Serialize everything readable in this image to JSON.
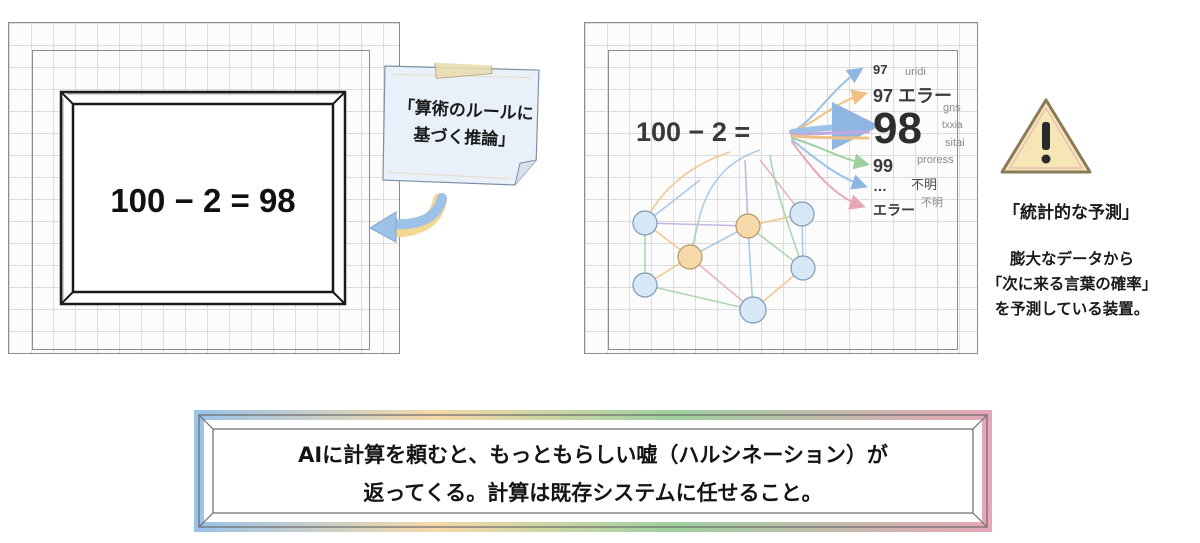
{
  "left": {
    "equation": "100 − 2 = 98",
    "note_line1": "「算術のルールに",
    "note_line2": "基づく推論」"
  },
  "right": {
    "equation": "100 − 2 =",
    "candidates": [
      {
        "text": "97",
        "style": "small"
      },
      {
        "text": "97 エラー",
        "style": "medium"
      },
      {
        "text": "98",
        "style": "large"
      },
      {
        "text": "99",
        "style": "medium"
      },
      {
        "text": "…",
        "style": "small"
      },
      {
        "text": "エラー",
        "style": "small"
      }
    ],
    "noise": [
      "uridi",
      "gns",
      "txxia",
      "sitai",
      "proress",
      "不明",
      "不明"
    ],
    "warning_icon": "warning-triangle-icon",
    "heading": "「統計的な予測」",
    "desc_line1": "膨大なデータから",
    "desc_line2": "「次に来る言葉の確率」",
    "desc_line3": "を予測している装置。"
  },
  "bottom": {
    "line1": "AIに計算を頼むと、もっともらしい嘘（ハルシネーション）が",
    "line2": "返ってくる。計算は既存システムに任せること。"
  },
  "colors": {
    "frame": "#1a1a1a",
    "note_paper": "#e8f0fa",
    "tape": "#e8dcb0",
    "arrow_blue": "#9cc2e8",
    "node_blue": "#d6e8f6",
    "node_orange": "#f5d9a8",
    "warning_fill": "#f6e6b6"
  }
}
